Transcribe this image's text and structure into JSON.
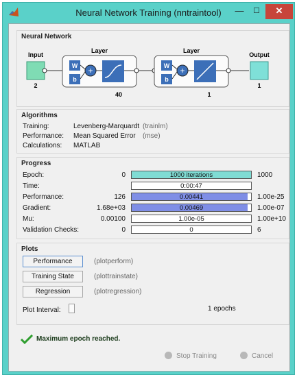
{
  "window": {
    "title": "Neural Network Training (nntraintool)",
    "min_glyph": "—",
    "max_glyph": "☐",
    "close_glyph": "✕",
    "accent": "#5ad1c9"
  },
  "network": {
    "heading": "Neural Network",
    "input_label": "Input",
    "input_size": "2",
    "output_label": "Output",
    "output_size": "1",
    "layers": [
      {
        "label": "Layer",
        "w": "W",
        "b": "b",
        "size": "40"
      },
      {
        "label": "Layer",
        "w": "W",
        "b": "b",
        "size": "1"
      }
    ]
  },
  "algorithms": {
    "heading": "Algorithms",
    "rows": [
      {
        "label": "Training:",
        "value": "Levenberg-Marquardt",
        "code": "(trainlm)"
      },
      {
        "label": "Performance:",
        "value": "Mean Squared Error",
        "code": "(mse)"
      },
      {
        "label": "Calculations:",
        "value": "MATLAB",
        "code": ""
      }
    ]
  },
  "progress": {
    "heading": "Progress",
    "rows": [
      {
        "label": "Epoch:",
        "start": "0",
        "bar": "1000 iterations",
        "end": "1000",
        "fill": 1.0,
        "color": "#7fdcd4"
      },
      {
        "label": "Time:",
        "start": "",
        "bar": "0:00:47",
        "end": "",
        "fill": 0,
        "color": "#ffffff"
      },
      {
        "label": "Performance:",
        "start": "126",
        "bar": "0.00441",
        "end": "1.00e-25",
        "fill": 0.97,
        "color": "#7f8ee6"
      },
      {
        "label": "Gradient:",
        "start": "1.68e+03",
        "bar": "0.00469",
        "end": "1.00e-07",
        "fill": 0.97,
        "color": "#7f8ee6"
      },
      {
        "label": "Mu:",
        "start": "0.00100",
        "bar": "1.00e-05",
        "end": "1.00e+10",
        "fill": 0,
        "color": "#ffffff"
      },
      {
        "label": "Validation Checks:",
        "start": "0",
        "bar": "0",
        "end": "6",
        "fill": 0,
        "color": "#ffffff"
      }
    ]
  },
  "plots": {
    "heading": "Plots",
    "buttons": [
      {
        "label": "Performance",
        "func": "(plotperform)"
      },
      {
        "label": "Training State",
        "func": "(plottrainstate)"
      },
      {
        "label": "Regression",
        "func": "(plotregression)"
      }
    ],
    "interval_label": "Plot Interval:",
    "interval_value": "1 epochs"
  },
  "status": {
    "message": "Maximum epoch reached.",
    "stop_label": "Stop Training",
    "cancel_label": "Cancel"
  }
}
